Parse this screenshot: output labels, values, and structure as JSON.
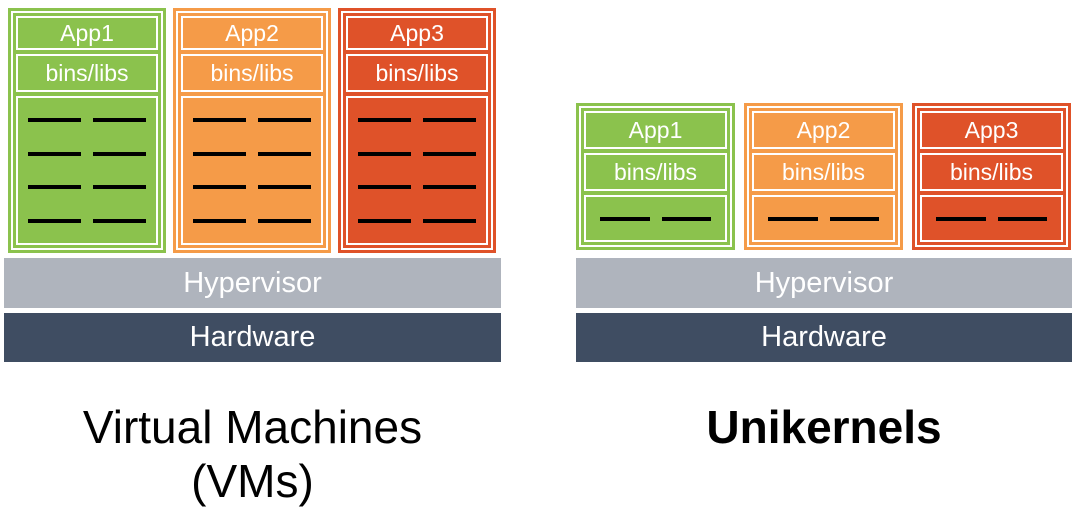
{
  "colors": {
    "green_box": "#8BC24D",
    "green_cell": "#7CD284",
    "orange_box": "#F59B48",
    "orange_cell": "#FBA206",
    "red_box": "#DF5229",
    "red_cell": "#FB6E56",
    "hypervisor_bar": "#AFB4BD",
    "hardware_bar": "#3F4D62",
    "caption_text": "#000000",
    "box_label_text": "#FFFFFF"
  },
  "left_diagram": {
    "caption_line1": "Virtual Machines",
    "caption_line2": "(VMs)",
    "hypervisor_label": "Hypervisor",
    "hardware_label": "Hardware",
    "vms": [
      {
        "app_label": "App1",
        "bins_label": "bins/libs",
        "color": "green",
        "block_rows": 4,
        "block_cols": 2
      },
      {
        "app_label": "App2",
        "bins_label": "bins/libs",
        "color": "orange",
        "block_rows": 4,
        "block_cols": 2
      },
      {
        "app_label": "App3",
        "bins_label": "bins/libs",
        "color": "red",
        "block_rows": 4,
        "block_cols": 2
      }
    ]
  },
  "right_diagram": {
    "caption": "Unikernels",
    "hypervisor_label": "Hypervisor",
    "hardware_label": "Hardware",
    "unikernels": [
      {
        "app_label": "App1",
        "bins_label": "bins/libs",
        "color": "green",
        "block_rows": 1,
        "block_cols": 2
      },
      {
        "app_label": "App2",
        "bins_label": "bins/libs",
        "color": "orange",
        "block_rows": 1,
        "block_cols": 2
      },
      {
        "app_label": "App3",
        "bins_label": "bins/libs",
        "color": "red",
        "block_rows": 1,
        "block_cols": 2
      }
    ]
  }
}
